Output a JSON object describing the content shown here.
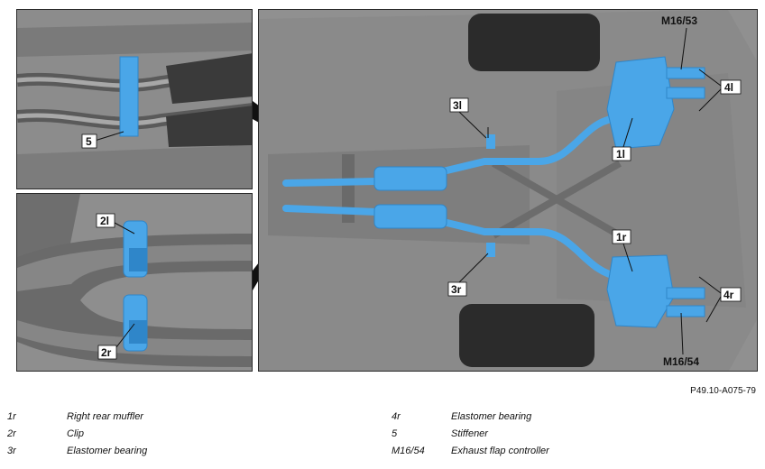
{
  "callouts": {
    "stiffener": "5",
    "clip_left": "2l",
    "clip_right": "2r",
    "bearing_3l": "3l",
    "bearing_3r": "3r",
    "muffler_left": "1l",
    "muffler_right": "1r",
    "bearing_4l": "4l",
    "bearing_4r": "4r",
    "flap_m1653": "M16/53",
    "flap_m1654": "M16/54"
  },
  "figure_code": "P49.10-A075-79",
  "legend": [
    {
      "key": "1r",
      "text": "Right rear muffler"
    },
    {
      "key": "2r",
      "text": "Clip"
    },
    {
      "key": "3r",
      "text": "Elastomer bearing"
    },
    {
      "key": "4r",
      "text": "Elastomer bearing"
    },
    {
      "key": "5",
      "text": "Stiffener"
    },
    {
      "key": "M16/54",
      "text": "Exhaust flap controller"
    }
  ],
  "colors": {
    "highlight": "#4aa6e8",
    "highlight_dark": "#2f86c9",
    "background_gray": "#8f8f8f",
    "dark_gray": "#3c3c3c",
    "tire": "#2b2b2b"
  }
}
